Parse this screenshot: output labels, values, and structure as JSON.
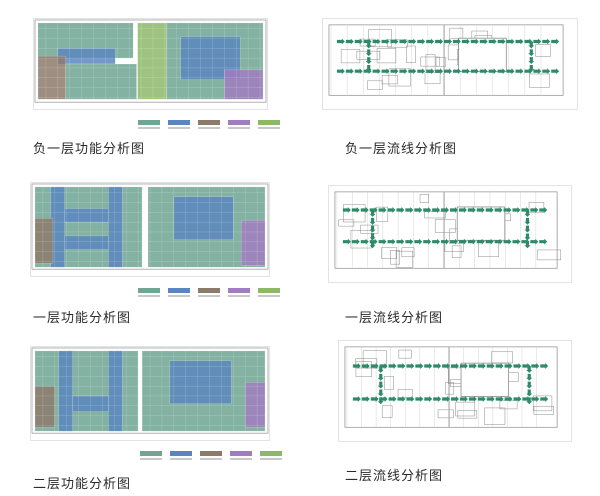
{
  "panels": [
    {
      "id": "b1-function",
      "kind": "function",
      "caption": "负一层功能分析图"
    },
    {
      "id": "b1-circulation",
      "kind": "circulation",
      "caption": "负一层流线分析图"
    },
    {
      "id": "f1-function",
      "kind": "function",
      "caption": "一层功能分析图"
    },
    {
      "id": "f1-circulation",
      "kind": "circulation",
      "caption": "一层流线分析图"
    },
    {
      "id": "f2-function",
      "kind": "function",
      "caption": "二层功能分析图"
    },
    {
      "id": "f2-circulation",
      "kind": "circulation",
      "caption": "二层流线分析图"
    }
  ],
  "colors": {
    "teal_zone": "#6fa592",
    "blue_zone": "#5a86bf",
    "brown_zone": "#8c7a6b",
    "purple_zone": "#a07cc0",
    "green_zone": "#8db86a",
    "flow_arrow": "#2e8b6a",
    "line": "#8a8a8a"
  },
  "legend_swatches": [
    "#6fa592",
    "#5a86bf",
    "#8c7a6b",
    "#a07cc0",
    "#8db86a"
  ]
}
